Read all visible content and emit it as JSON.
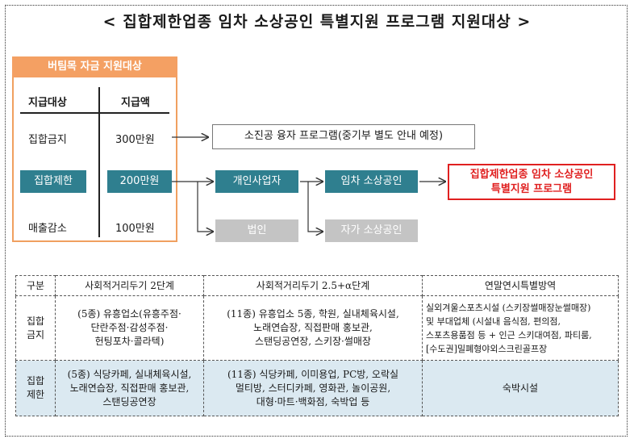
{
  "title": "< 집합제한업종 임차 소상공인 특별지원 프로그램 지원대상 >",
  "support_box": {
    "header": "버팀목 자금 지원대상",
    "col_target": "지급대상",
    "col_amount": "지급액",
    "rows": [
      {
        "target": "집합금지",
        "amount": "300만원"
      },
      {
        "target": "집합제한",
        "amount": "200만원"
      },
      {
        "target": "매출감소",
        "amount": "100만원"
      }
    ]
  },
  "flow": {
    "loan_program": "소진공 융자 프로그램(중기부 별도 안내 예정)",
    "individual": "개인사업자",
    "corporation": "법인",
    "tenant": "임차 소상공인",
    "owner": "자가 소상공인",
    "special_line1": "집합제한업종 임차 소상공인",
    "special_line2": "특별지원 프로그램"
  },
  "colors": {
    "orange": "#f4a063",
    "teal": "#2f7f8f",
    "grey": "#c4c4c4",
    "red": "#e02020",
    "light_blue": "#dbe9f1"
  },
  "table": {
    "headers": [
      "구분",
      "사회적거리두기 2단계",
      "사회적거리두기 2.5+α단계",
      "연말연시특별방역"
    ],
    "rows": [
      {
        "label": "집합\n금지",
        "cells": [
          "(5종) 유흥업소(유흥주점·\n단란주점·감성주점·\n헌팅포차·콜라텍)",
          "(11종) 유흥업소 5종, 학원, 실내체육시설,\n노래연습장, 직접판매 홍보관,\n스탠딩공연장, 스키장·썰매장",
          "실외겨울스포츠시설 (스키장썰매장눈썰매장)\n및 부대업체 (시설내 음식점, 편의점,\n스포츠용품점 등 + 인근 스키대여점, 파티룸,\n[수도권]밀폐형야외스크린골프장"
        ]
      },
      {
        "label": "집합\n제한",
        "cells": [
          "(5종) 식당카페, 실내체육시설,\n노래연습장, 직접판매 홍보관,\n스탠딩공연장",
          "(11종) 식당카페, 이미용업, PC방, 오락실\n멀티방, 스터디카페, 영화관, 놀이공원,\n대형·마트·백화점, 숙박업 등",
          "숙박시설"
        ]
      }
    ]
  }
}
